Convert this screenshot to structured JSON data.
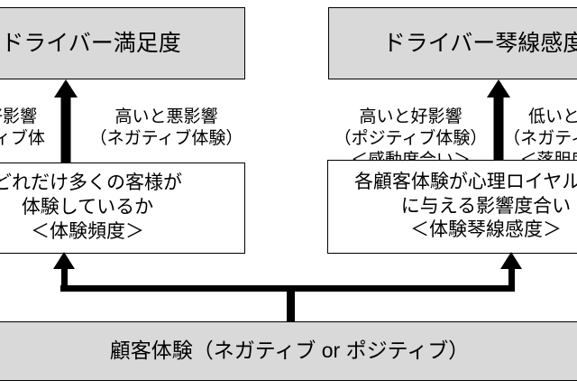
{
  "diagram": {
    "top_boxes": [
      {
        "id": "driver-satisfaction",
        "label": "ドライバー満足度",
        "fill": "#d9d9d9"
      },
      {
        "id": "driver-resonance",
        "label": "ドライバー琴線感度",
        "fill": "#d9d9d9"
      }
    ],
    "middle_boxes": [
      {
        "id": "experience-frequency",
        "label": "どれだけ多くの客様が\n体験しているか\n＜体験頻度＞",
        "fill": "#ffffff"
      },
      {
        "id": "experience-sensitivity",
        "label": "各顧客体験が心理ロイヤルティ\nに与える影響度合い\n＜体験琴線感度＞",
        "fill": "#ffffff"
      }
    ],
    "bottom_box": {
      "id": "customer-experience",
      "label": "顧客体験（ネガティブ or ポジティブ）",
      "fill": "#d9d9d9"
    },
    "annotations": [
      {
        "id": "satisfaction-positive",
        "text": "高いと好影響\n（ポジティブ体験）"
      },
      {
        "id": "satisfaction-negative",
        "text": "高いと悪影響\n（ネガティブ体験）"
      },
      {
        "id": "resonance-positive",
        "text": "高いと好影響\n（ポジティブ体験）\n＜感動度合い＞"
      },
      {
        "id": "resonance-negative",
        "text": "低いと悪影響\n（ネガティブ体験）\n＜落胆度合い＞"
      }
    ],
    "arrows": [
      {
        "id": "frequency-to-satisfaction",
        "direction": "up"
      },
      {
        "id": "sensitivity-to-resonance",
        "direction": "up"
      },
      {
        "id": "customer-experience-split",
        "direction": "up-branching"
      }
    ],
    "colors": {
      "fill_gray": "#d9d9d9",
      "fill_white": "#ffffff",
      "stroke": "#000000",
      "background": "#ffffff"
    }
  }
}
